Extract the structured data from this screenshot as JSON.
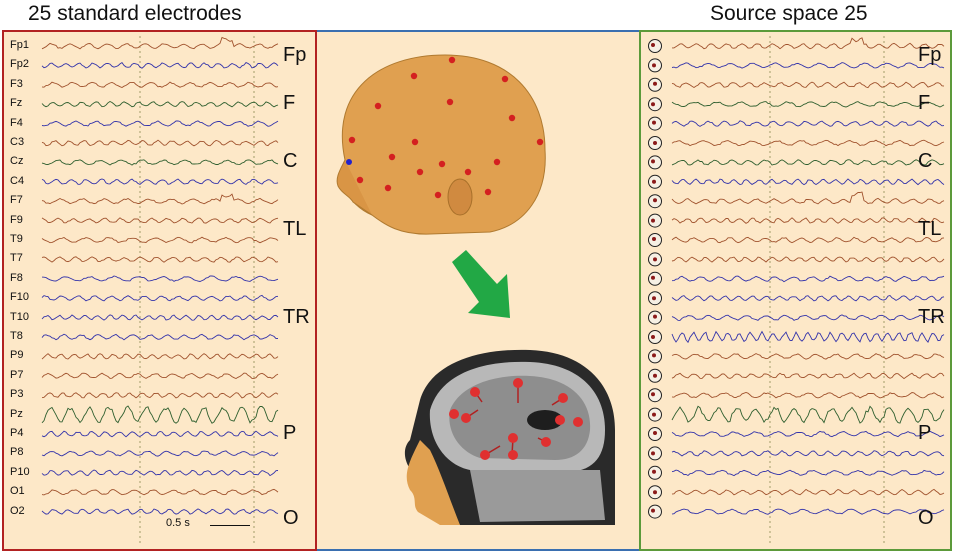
{
  "titles": {
    "left": "25 standard electrodes",
    "right": "Source space 25"
  },
  "channels": [
    "Fp1",
    "Fp2",
    "F3",
    "Fz",
    "F4",
    "C3",
    "Cz",
    "C4",
    "F7",
    "F9",
    "T9",
    "T7",
    "F8",
    "F10",
    "T10",
    "T8",
    "P9",
    "P7",
    "P3",
    "Pz",
    "P4",
    "P8",
    "P10",
    "O1",
    "O2"
  ],
  "trace_colors": [
    "#a0522d",
    "#3333aa",
    "#a0522d",
    "#2f5f2f",
    "#3333aa",
    "#a0522d",
    "#2f5f2f",
    "#3333aa",
    "#a0522d",
    "#a0522d",
    "#a0522d",
    "#a0522d",
    "#3333aa",
    "#3333aa",
    "#3333aa",
    "#3333aa",
    "#a0522d",
    "#a0522d",
    "#a0522d",
    "#2f5f2f",
    "#3333aa",
    "#3333aa",
    "#3333aa",
    "#a0522d",
    "#3333aa"
  ],
  "group_labels": [
    "Fp",
    "F",
    "C",
    "TL",
    "TR",
    "P",
    "O"
  ],
  "scale_bar": "0.5 s",
  "colors": {
    "panel_bg": "#fde8c8",
    "left_border": "#b22222",
    "right_border": "#5c9a3a",
    "mid_border": "#3a6fb0",
    "head_skin": "#e0a050",
    "electrode": "#d42020",
    "arrow": "#22a845"
  }
}
